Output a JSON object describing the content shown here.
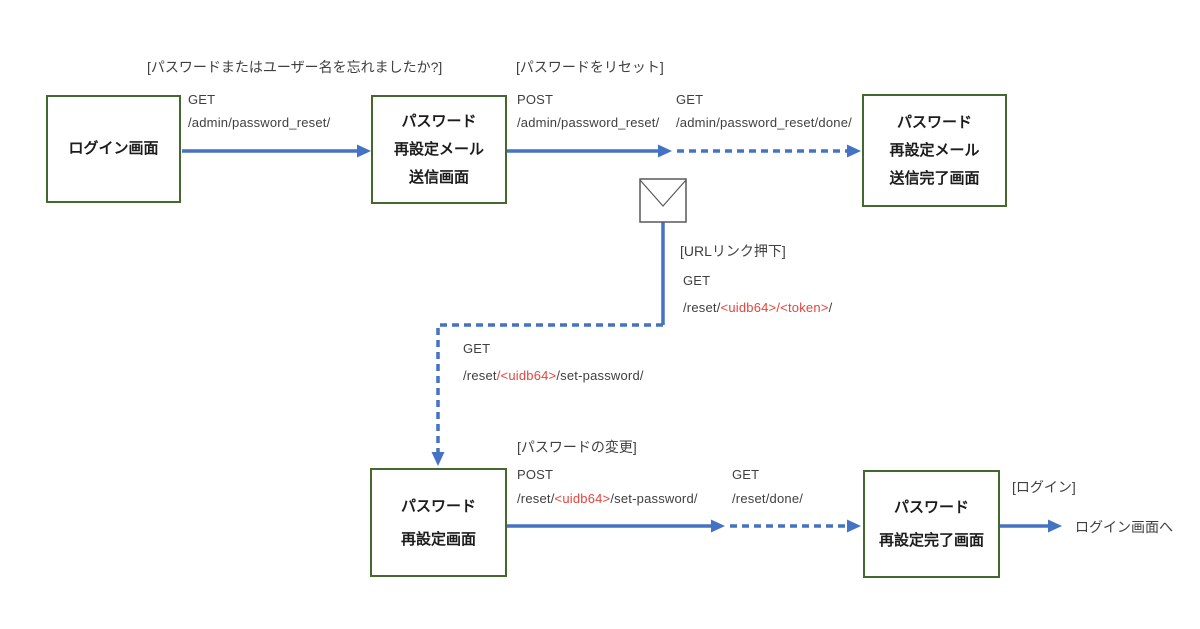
{
  "colors": {
    "arrow_blue": "#4472C4",
    "box_border_green": "#44682D",
    "highlight_red": "#E8433B",
    "text_dark": "#3F3F3F",
    "envelope_gray": "#595959"
  },
  "boxes": [
    {
      "id": "login-screen",
      "lines": [
        "ログイン画面"
      ]
    },
    {
      "id": "password-reset-mail-send-screen",
      "lines": [
        "パスワード",
        "再設定メール",
        "送信画面"
      ]
    },
    {
      "id": "password-reset-mail-sent-screen",
      "lines": [
        "パスワード",
        "再設定メール",
        "送信完了画面"
      ]
    },
    {
      "id": "password-reset-screen",
      "lines": [
        "パスワード",
        "再設定画面"
      ]
    },
    {
      "id": "password-reset-done-screen",
      "lines": [
        "パスワード",
        "再設定完了画面"
      ]
    }
  ],
  "annotations": {
    "forgot_password": "[パスワードまたはユーザー名を忘れましたか?]",
    "reset_password": "[パスワードをリセット]",
    "url_link_click": "[URLリンク押下]",
    "change_password": "[パスワードの変更]",
    "login": "[ログイン]",
    "to_login_screen": "ログイン画面へ"
  },
  "requests": {
    "get_admin_password_reset": {
      "method": "GET",
      "url": "/admin/password_reset/"
    },
    "post_admin_password_reset": {
      "method": "POST",
      "url": "/admin/password_reset/"
    },
    "get_admin_password_reset_done": {
      "method": "GET",
      "url": "/admin/password_reset/done/"
    },
    "get_reset_token": {
      "method": "GET",
      "url_prefix": "/reset/",
      "url_param": "<uidb64>/<token>",
      "url_suffix": "/"
    },
    "get_reset_set_password": {
      "method": "GET",
      "url_prefix": "/reset",
      "url_param": "/<uidb64>",
      "url_suffix": "/set-password/"
    },
    "post_reset_set_password": {
      "method": "POST",
      "url_prefix": "/reset/",
      "url_param": "<uidb64>",
      "url_suffix": "/set-password/"
    },
    "get_reset_done": {
      "method": "GET",
      "url": "/reset/done/"
    }
  },
  "icons": {
    "envelope": "mail-envelope-icon"
  }
}
